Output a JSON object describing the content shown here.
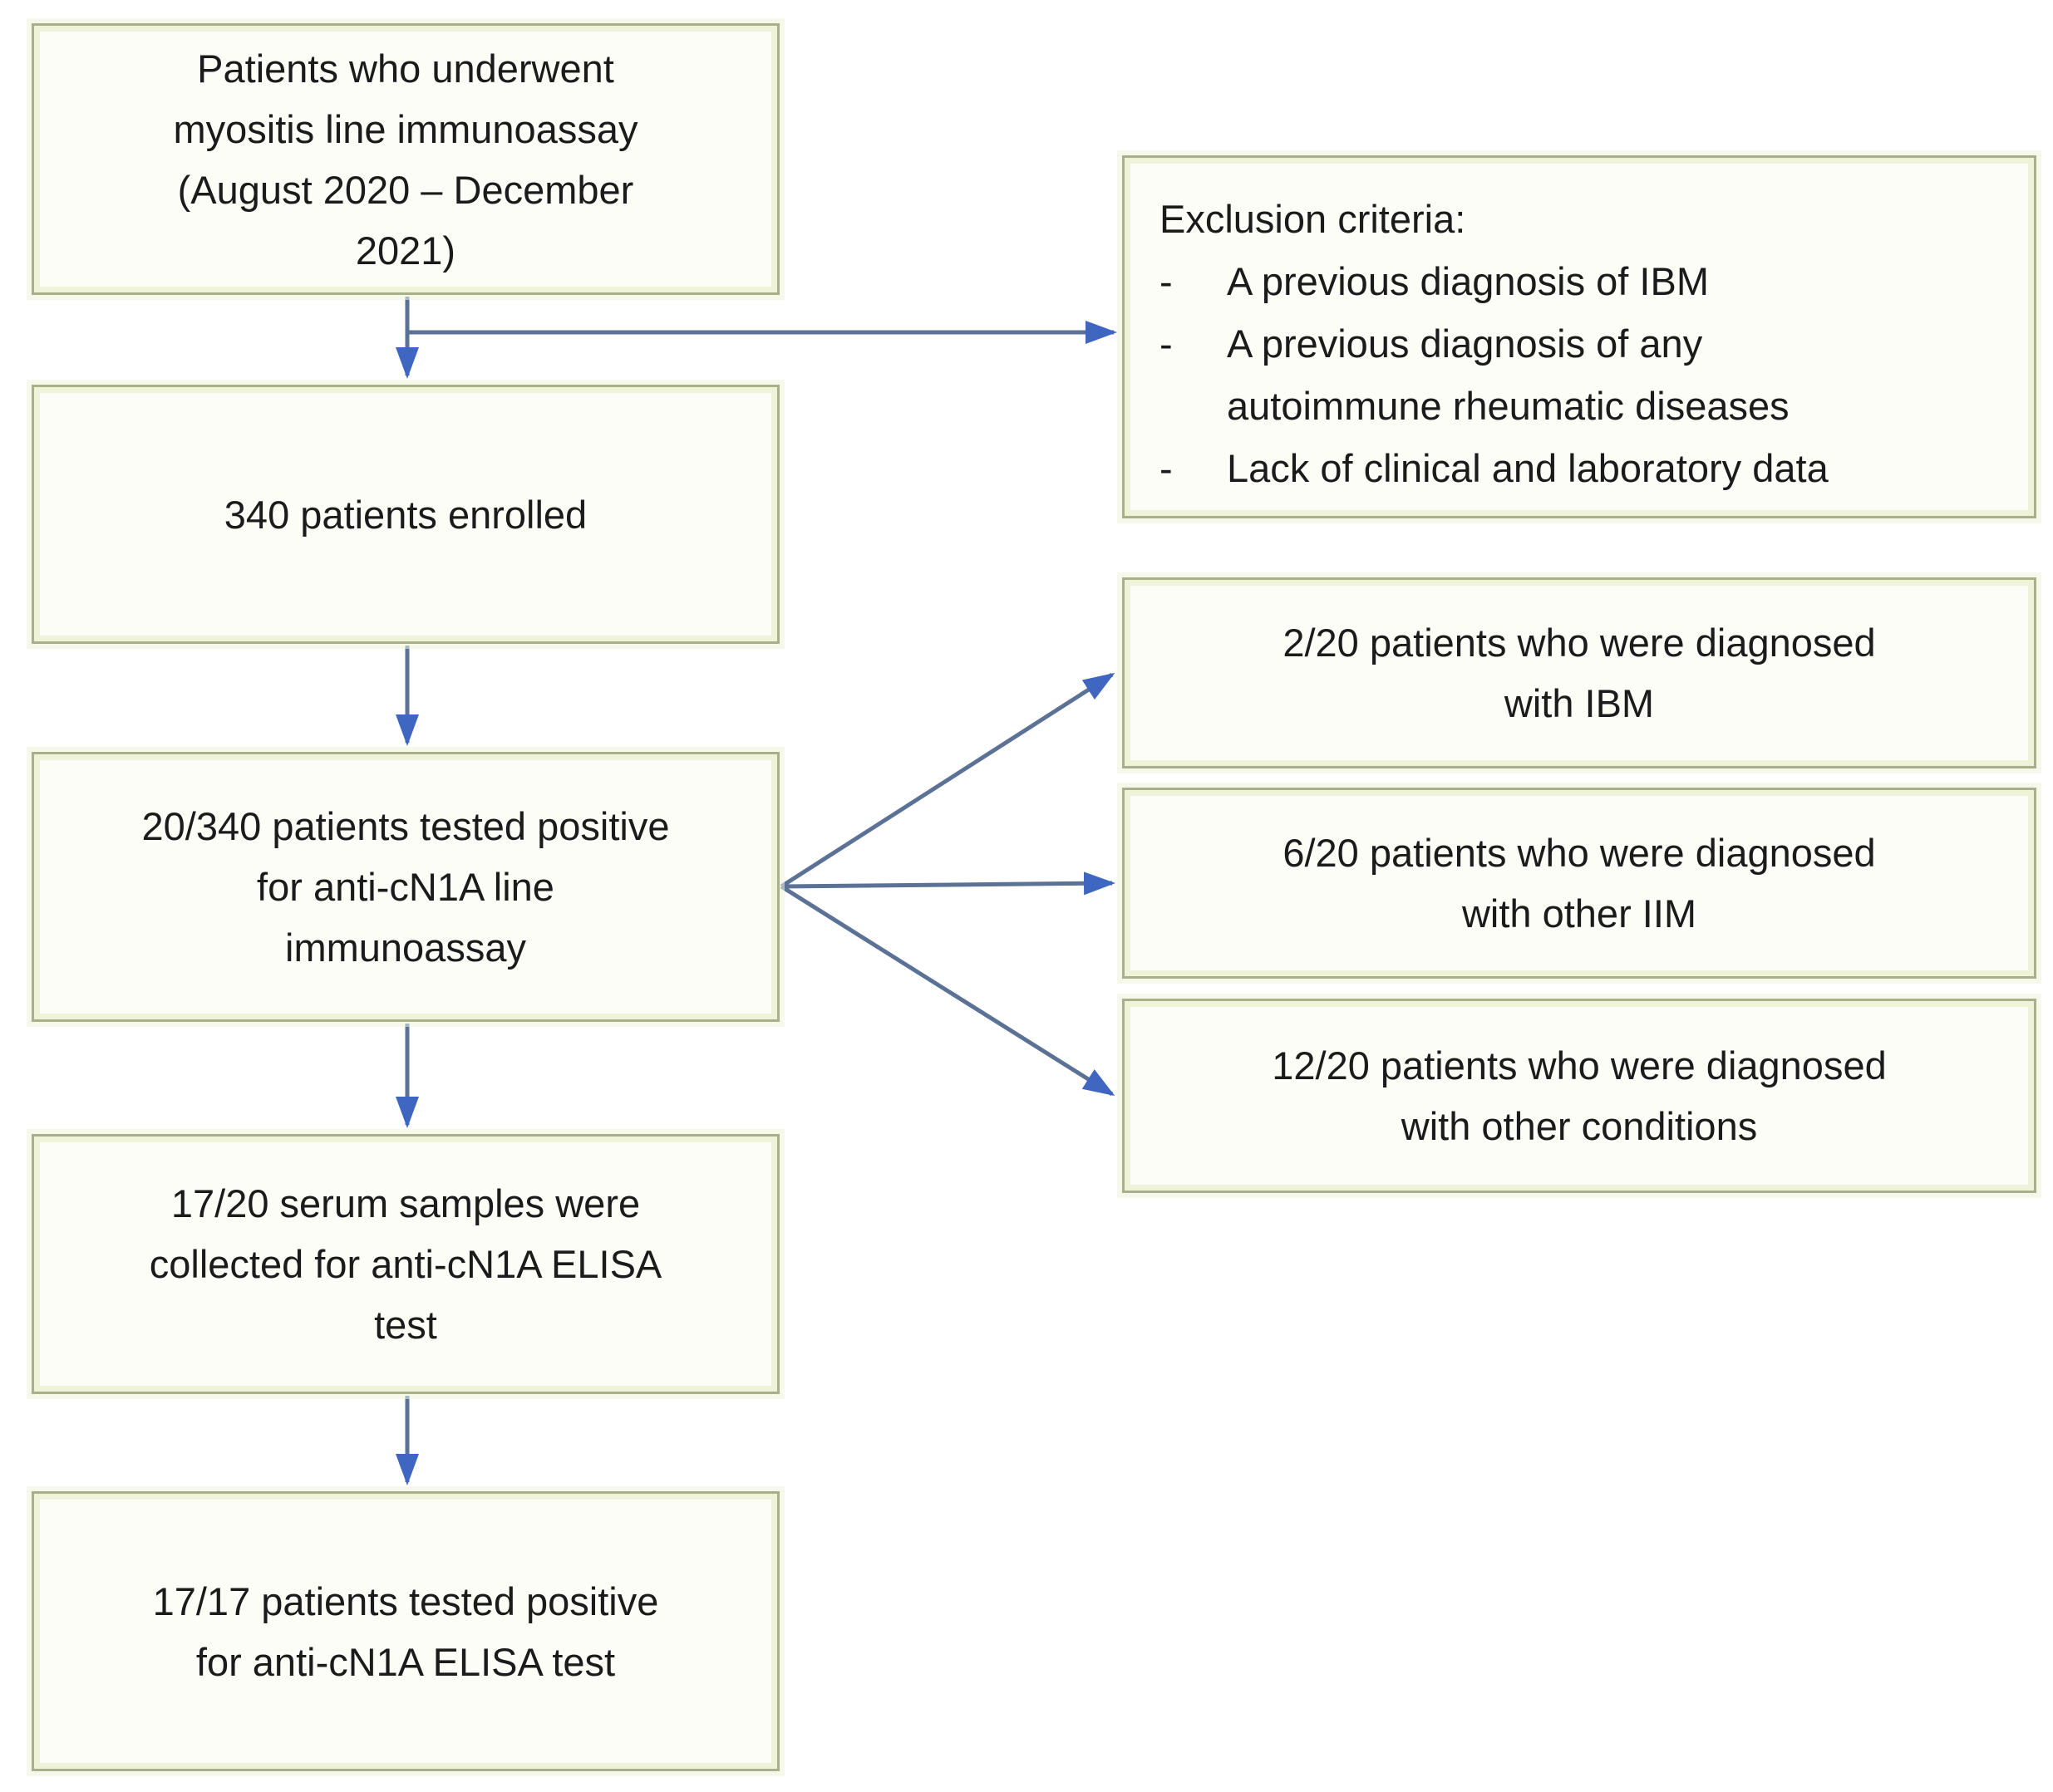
{
  "colors": {
    "background": "#ffffff",
    "box_border": "#a7b088",
    "box_fill": "#fdfdf8",
    "box_inner_glow": "#eef3da",
    "arrow_line": "#5b7296",
    "arrow_head": "#3f66c0",
    "text": "#1b1b1b"
  },
  "flowchart": {
    "type": "study-enrollment-flowchart",
    "left_column": [
      {
        "id": "enrollment-source",
        "lines": [
          "Patients who underwent",
          "myositis line immunoassay",
          "(August 2020 – December",
          "2021)"
        ]
      },
      {
        "id": "enrolled",
        "lines": [
          "340 patients enrolled"
        ]
      },
      {
        "id": "line-immunoassay-positive",
        "lines": [
          "20/340 patients tested positive",
          "for anti-cN1A line",
          "immunoassay"
        ]
      },
      {
        "id": "serum-collected",
        "lines": [
          "17/20 serum samples were",
          "collected for anti-cN1A ELISA",
          "test"
        ]
      },
      {
        "id": "elisa-positive",
        "lines": [
          "17/17 patients tested positive",
          "for anti-cN1A ELISA test"
        ]
      }
    ],
    "exclusion_box": {
      "title": "Exclusion criteria:",
      "bullet": "-",
      "items": [
        {
          "lines": [
            "A previous diagnosis of IBM"
          ]
        },
        {
          "lines": [
            "A previous diagnosis of any",
            "autoimmune rheumatic diseases"
          ]
        },
        {
          "lines": [
            "Lack of clinical and laboratory data"
          ]
        }
      ]
    },
    "right_column": [
      {
        "id": "diagnosed-ibm",
        "lines": [
          "2/20 patients who were diagnosed",
          "with IBM"
        ]
      },
      {
        "id": "diagnosed-other-iim",
        "lines": [
          "6/20 patients who were diagnosed",
          "with other IIM"
        ]
      },
      {
        "id": "diagnosed-other-conditions",
        "lines": [
          "12/20 patients who were diagnosed",
          "with other conditions"
        ]
      }
    ]
  }
}
